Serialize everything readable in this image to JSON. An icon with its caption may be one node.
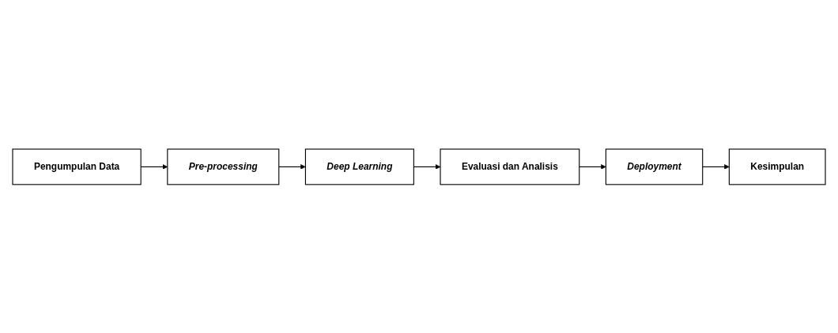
{
  "diagram": {
    "nodes": [
      {
        "text": [
          "Pengumpulan Data"
        ]
      },
      {
        "text": [
          "Pre-processing"
        ]
      },
      {
        "text": [
          "Deep Learning"
        ]
      },
      {
        "text": [
          "Evaluasi dan Analisis"
        ]
      },
      {
        "text": [
          "Deployment"
        ]
      },
      {
        "text": [
          "Kesimpulan"
        ]
      }
    ],
    "edges": [
      {
        "from": 0,
        "to": 1,
        "arrow": "to"
      },
      {
        "from": 1,
        "to": 2,
        "arrow": "to"
      },
      {
        "from": 2,
        "to": 3,
        "arrow": "to"
      },
      {
        "from": 3,
        "to": 4,
        "arrow": "to"
      },
      {
        "from": 4,
        "to": 5,
        "arrow": "to"
      }
    ]
  }
}
